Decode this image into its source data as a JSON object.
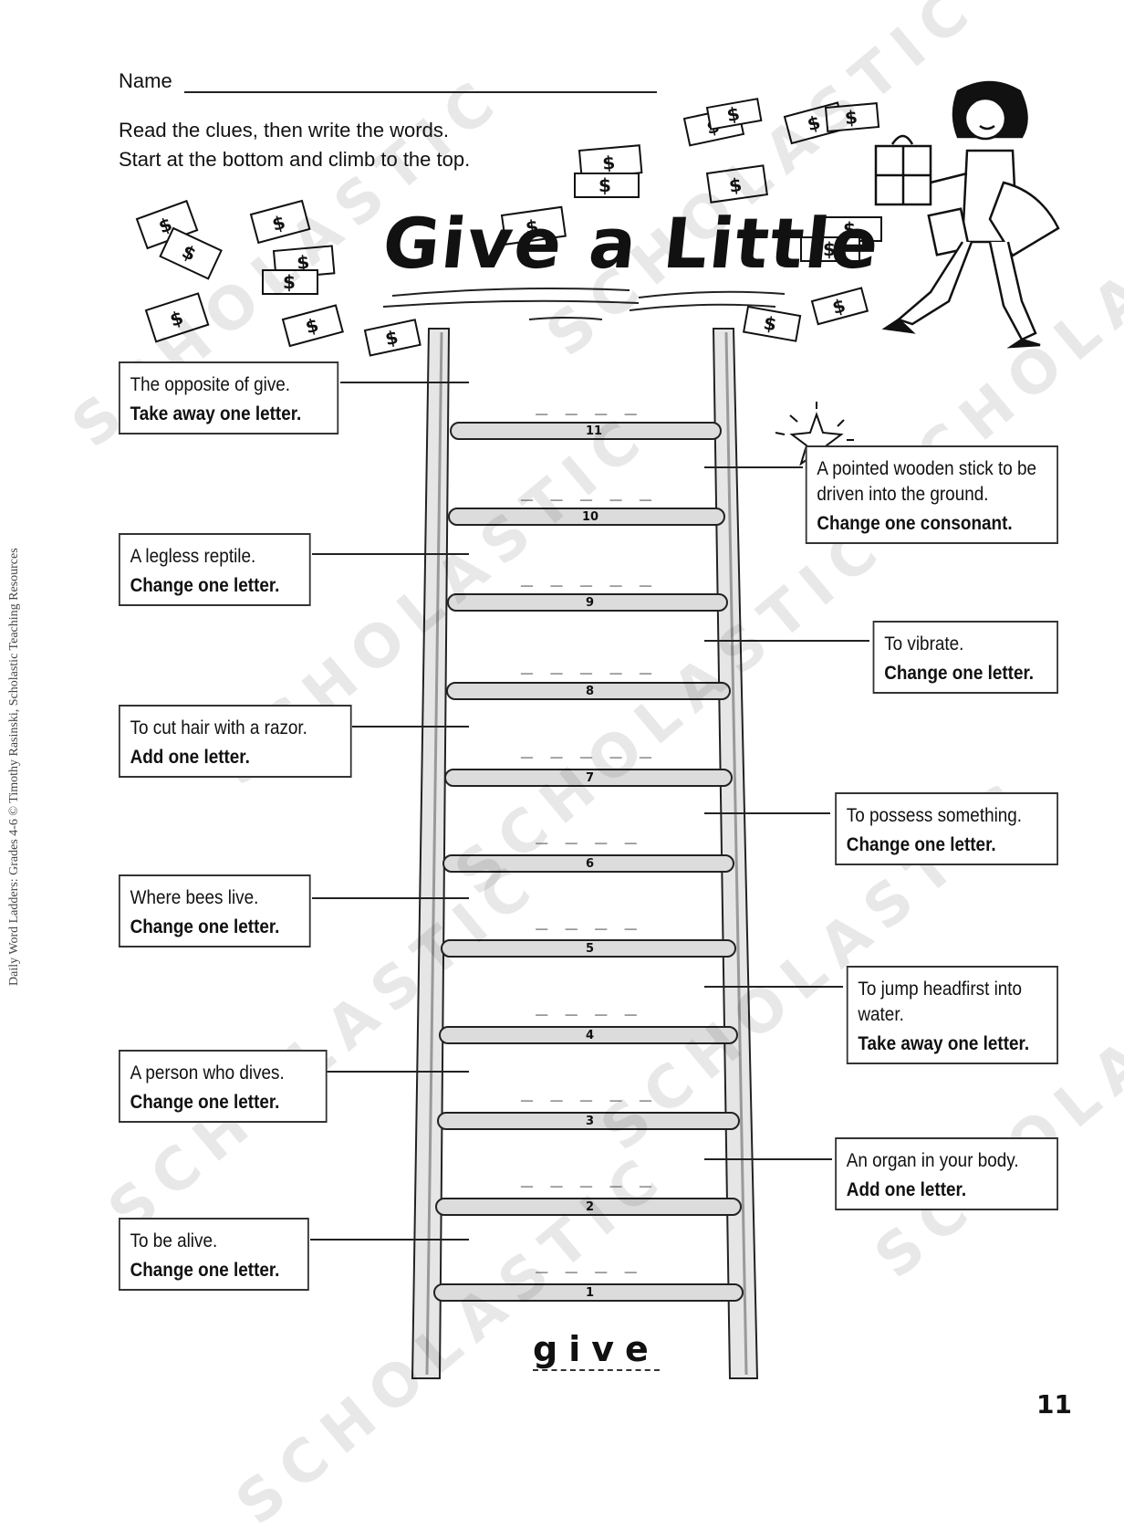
{
  "header": {
    "name_label": "Name",
    "instructions": [
      "Read the clues, then write the words.",
      "Start at the bottom and climb to the top."
    ],
    "title": "Give a Little"
  },
  "sidebar_text": "Daily Word Ladders: Grades 4-6 © Timothy Rasinski, Scholastic Teaching Resources",
  "watermark": "SCHOLASTIC",
  "page_number": "11",
  "start_word": "give",
  "icons": [
    "dollar-bill-icon",
    "star-icon",
    "girl-with-gift-illustration"
  ],
  "rungs": [
    "1",
    "2",
    "3",
    "4",
    "5",
    "6",
    "7",
    "8",
    "9",
    "10",
    "11"
  ],
  "blanks": {
    "r1": "_ _ _ _",
    "r2": "_ _ _ _ _",
    "r3": "_ _ _ _ _",
    "r4": "_ _ _ _",
    "r5": "_ _ _ _",
    "r6": "_ _ _ _",
    "r7": "_ _ _ _ _",
    "r8": "_ _ _ _ _",
    "r9": "_ _ _ _ _",
    "r10": "_ _ _ _ _",
    "r11": "_ _ _ _"
  },
  "clues": {
    "c1": {
      "text": "To be alive.",
      "instr": "Change one letter."
    },
    "c2": {
      "text": "An organ in your body.",
      "instr": "Add one letter."
    },
    "c3": {
      "text": "A person who dives.",
      "instr": "Change one letter."
    },
    "c4": {
      "text": "To jump headfirst into water.",
      "instr": "Take away one letter."
    },
    "c5": {
      "text": "Where bees live.",
      "instr": "Change one letter."
    },
    "c6": {
      "text": "To possess something.",
      "instr": "Change one letter."
    },
    "c7": {
      "text": "To cut hair with a razor.",
      "instr": "Add one letter."
    },
    "c8": {
      "text": "To vibrate.",
      "instr": "Change one letter."
    },
    "c9": {
      "text": "A legless reptile.",
      "instr": "Change one letter."
    },
    "c10": {
      "text": "A pointed wooden stick to be driven into the ground.",
      "instr": "Change one consonant."
    },
    "c11": {
      "text": "The opposite of give.",
      "instr": "Take away one letter."
    }
  }
}
